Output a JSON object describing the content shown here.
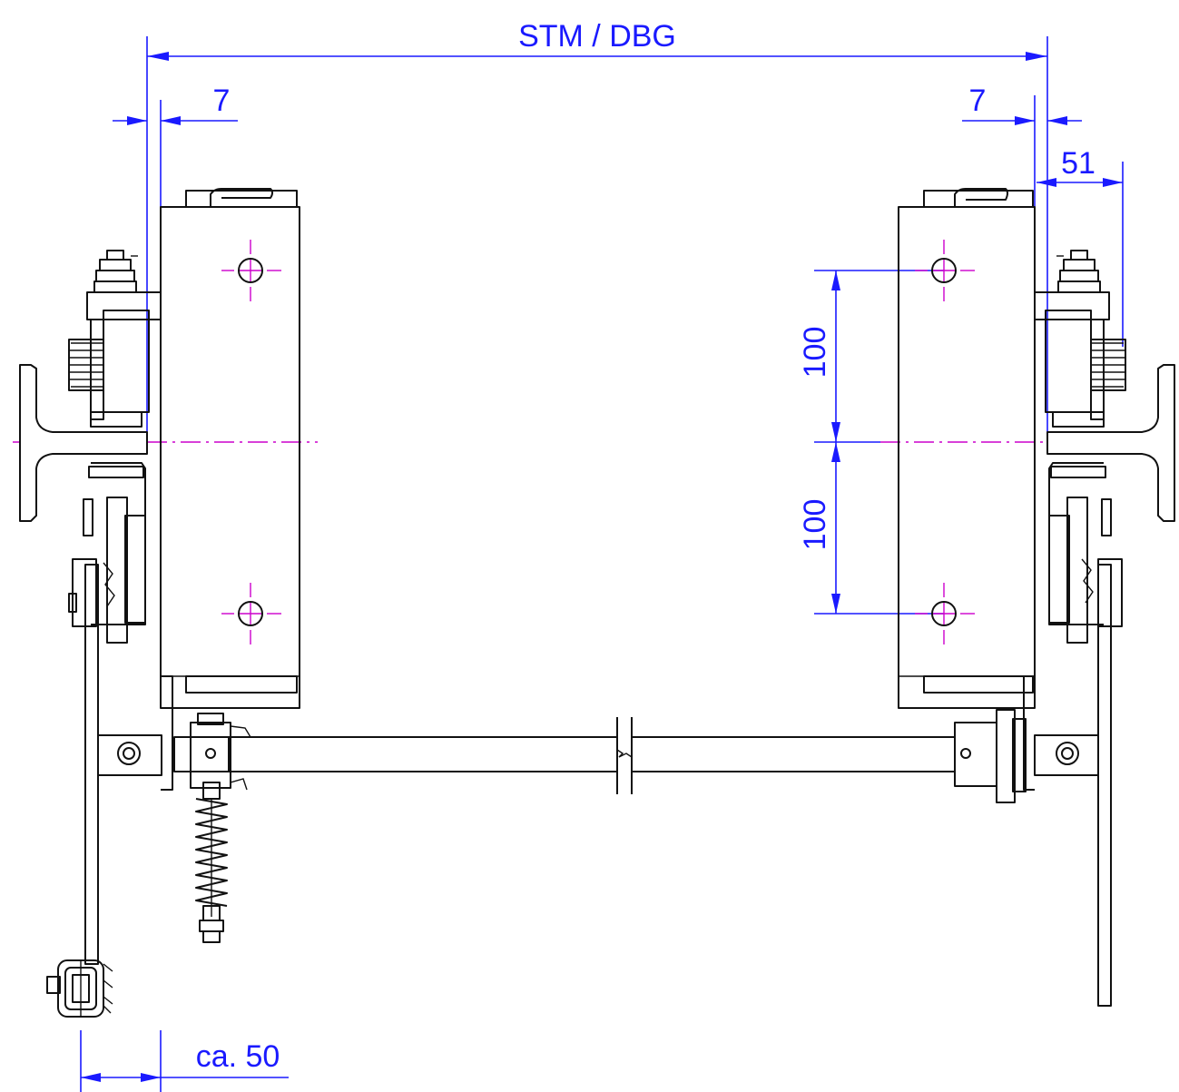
{
  "drawing": {
    "dimensions": {
      "overall": "STM / DBG",
      "offset_left": "7",
      "offset_right": "7",
      "width_right": "51",
      "hole_spacing_upper": "100",
      "hole_spacing_lower": "100",
      "bottom_offset": "ca. 50"
    },
    "colors": {
      "dimension": "#1a1aff",
      "centerline": "#cc00cc",
      "outline": "#111111"
    }
  }
}
